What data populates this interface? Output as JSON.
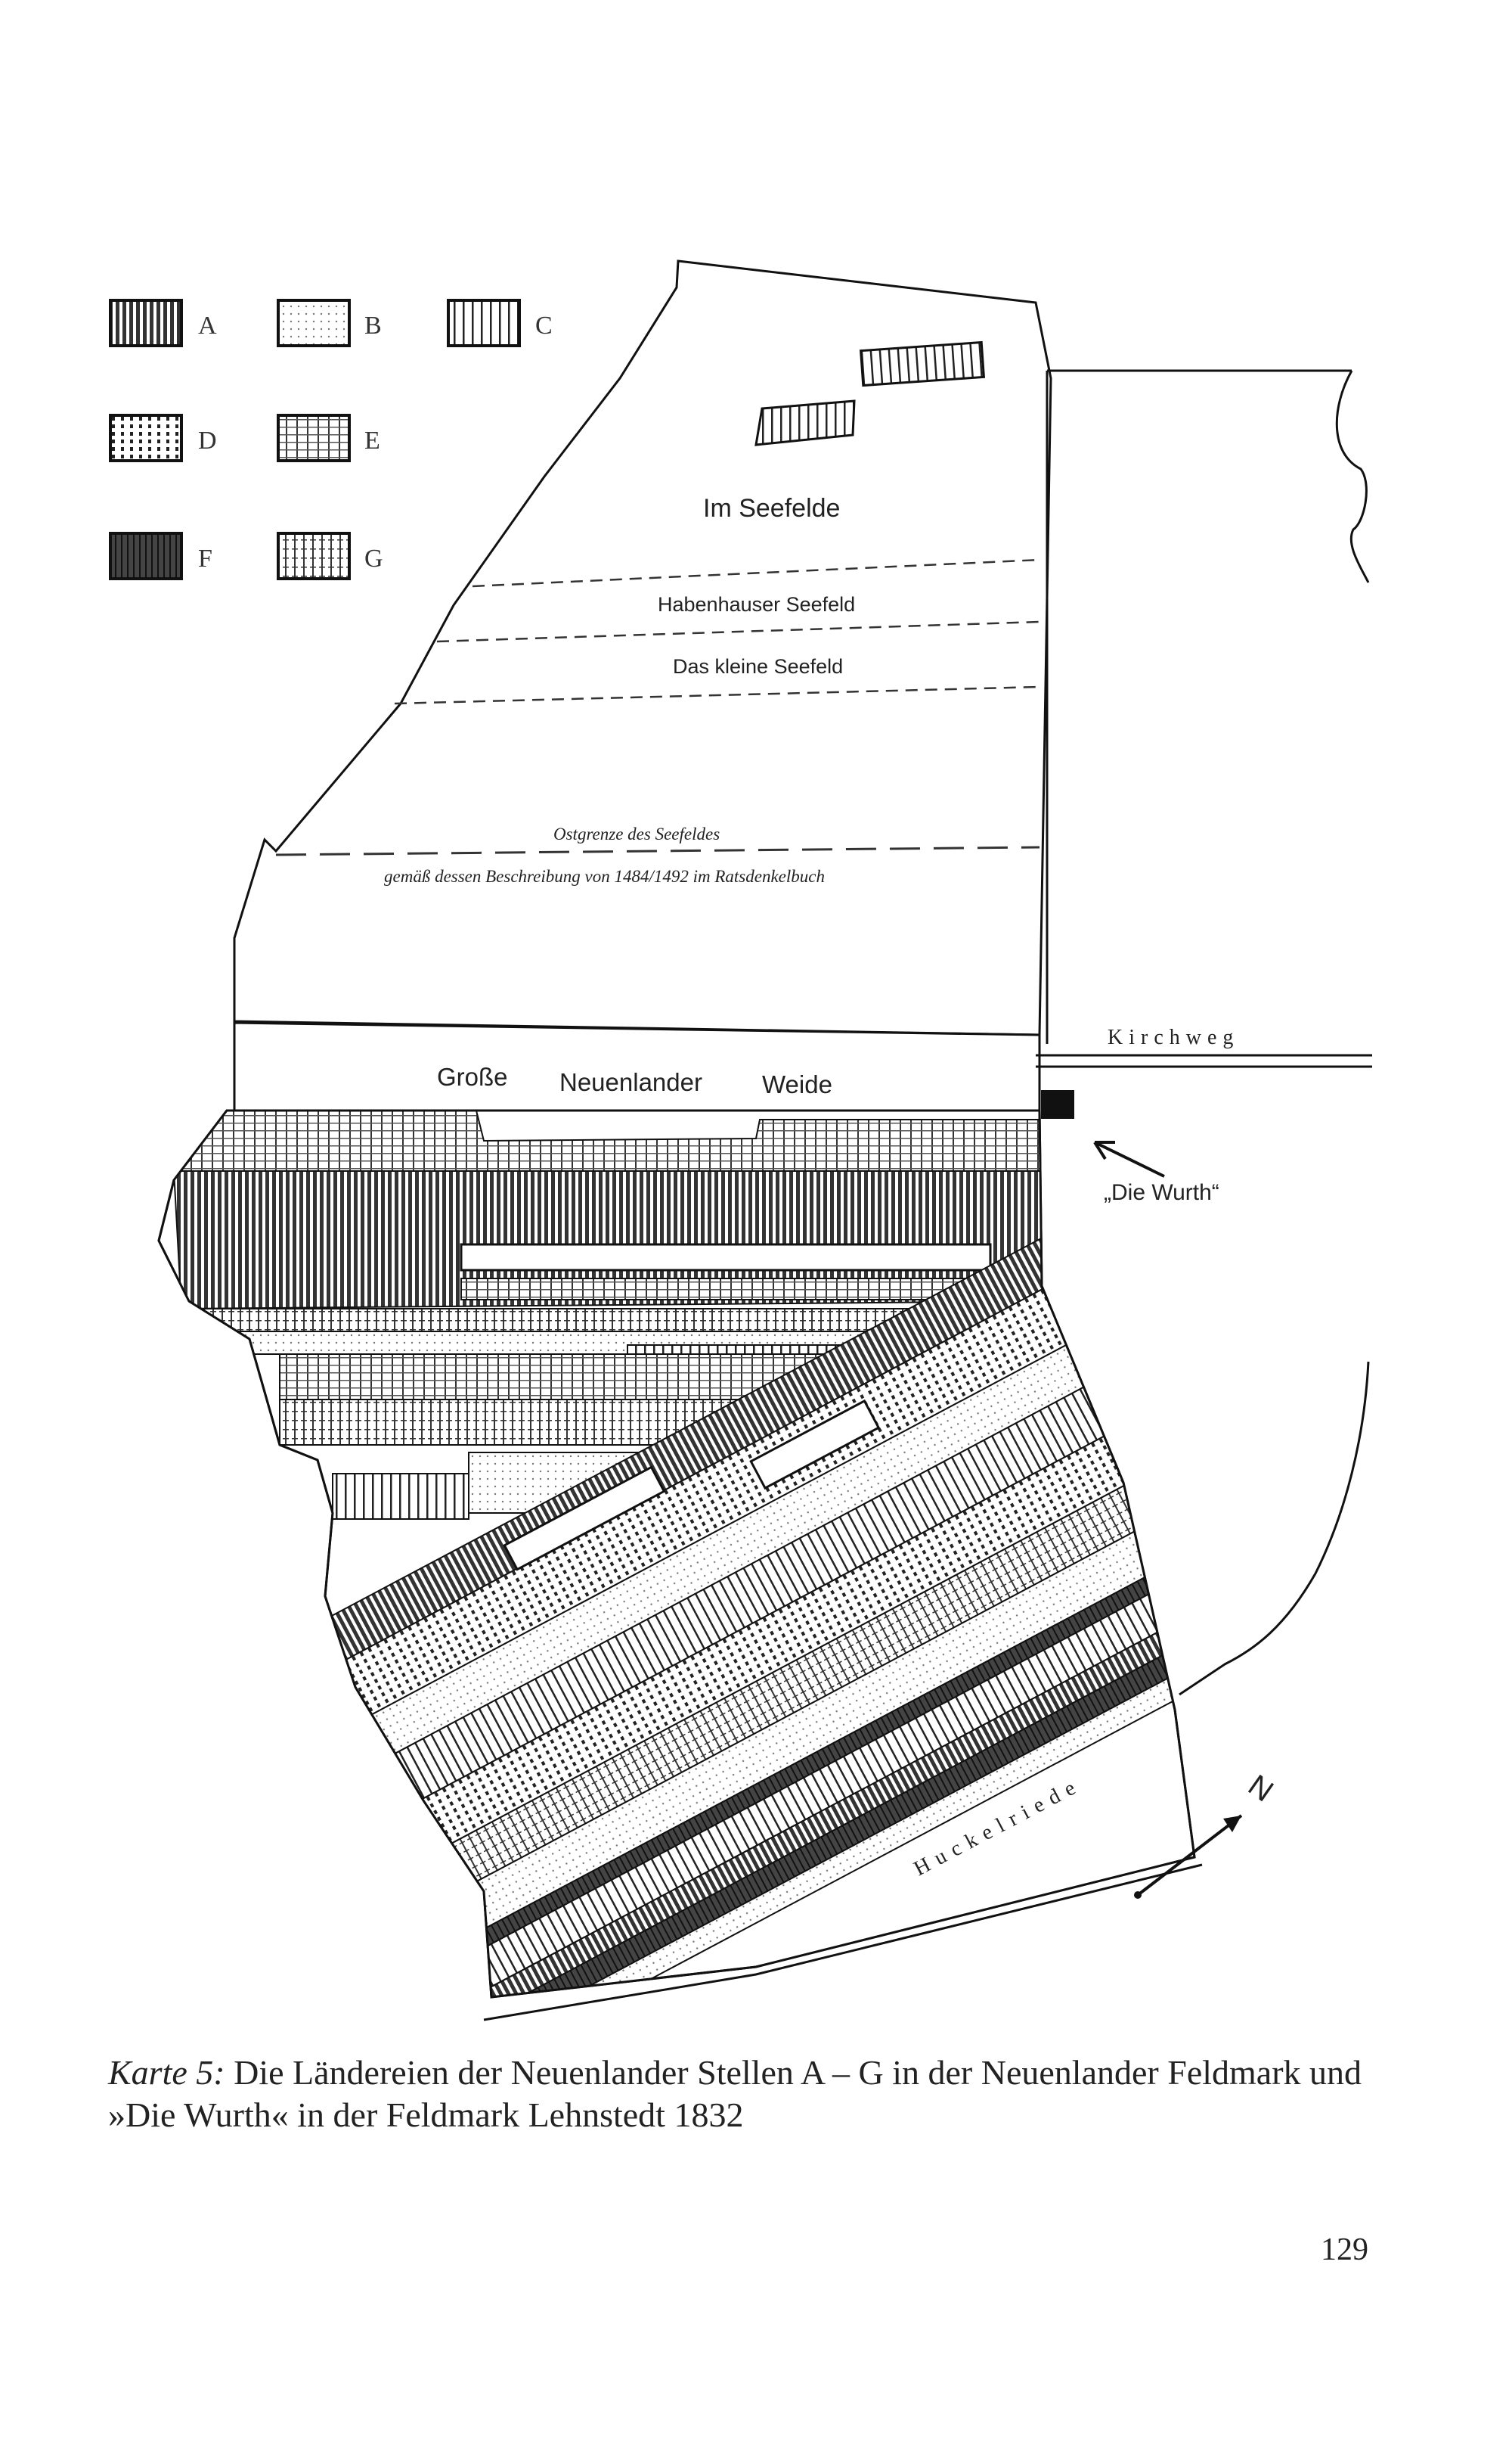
{
  "legend": [
    {
      "key": "A",
      "pattern": "pat-A"
    },
    {
      "key": "B",
      "pattern": "pat-B"
    },
    {
      "key": "C",
      "pattern": "pat-C"
    },
    {
      "key": "D",
      "pattern": "pat-D"
    },
    {
      "key": "E",
      "pattern": "pat-E"
    },
    {
      "key": "F",
      "pattern": "pat-F"
    },
    {
      "key": "G",
      "pattern": "pat-G"
    }
  ],
  "labels": {
    "im_seefelde": "Im Seefelde",
    "habenhauser_seefeld": "Habenhauser Seefeld",
    "das_kleine_seefeld": "Das kleine Seefeld",
    "ostgrenze_line1": "Ostgrenze des Seefeldes",
    "ostgrenze_line2": "gemäß dessen Beschreibung von 1484/1492 im Ratsdenkelbuch",
    "kirchweg": "Kirchweg",
    "grosse": "Große",
    "neuenlander": "Neuenlander",
    "weide": "Weide",
    "die_wurth": "„Die Wurth“",
    "huckelriede": "Huckelriede",
    "north": "N"
  },
  "caption": {
    "label": "Karte 5:",
    "text": "Die Ländereien der Neuenlander Stellen A – G in der Neuenlander Feldmark und »Die Wurth« in der Feldmark Lehnstedt 1832"
  },
  "page_number": "129",
  "colors": {
    "ink": "#1a1a1a",
    "paper": "#ffffff"
  }
}
